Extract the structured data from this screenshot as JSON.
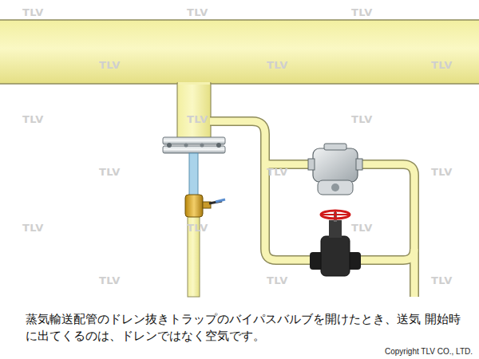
{
  "diagram": {
    "caption": "蒸気輸送配管のドレン抜きトラップのバイパスバルブを開けたとき、送気 開始時に出てくるのは、ドレンではなく空気です。",
    "labels": [
      "TLV",
      "TLV",
      "TLV",
      "TLV",
      "TLV",
      "TLV",
      "TLV",
      "TLV",
      "TLV",
      "TLV",
      "TLV",
      "TLV",
      "TLV",
      "TLV",
      "TLV",
      "TLV",
      "TLV",
      "TLV",
      "Copyright TLV CO., LTD."
    ]
  }
}
